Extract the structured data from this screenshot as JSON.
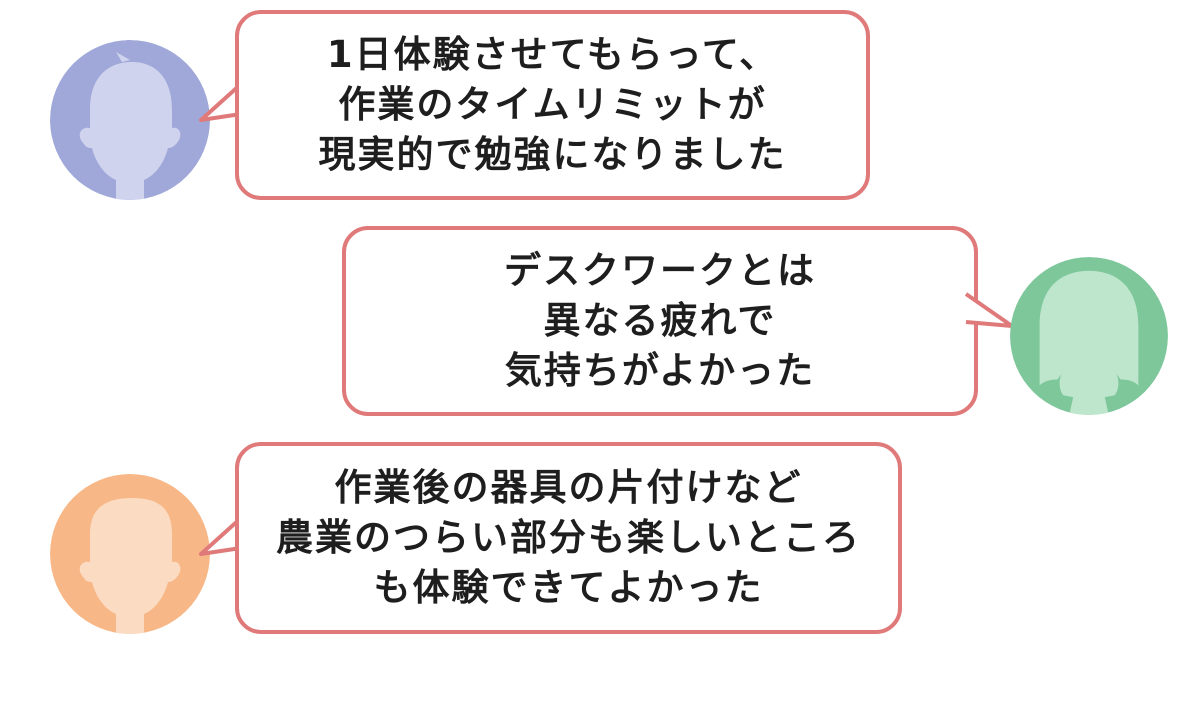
{
  "colors": {
    "bubble_border": "#e07a7a",
    "text": "#1e1e1e",
    "avatar1_bg": "#9fa8d8",
    "avatar1_fg": "#cfd3ee",
    "avatar2_bg": "#7ec79b",
    "avatar2_fg": "#bde6cc",
    "avatar3_bg": "#f8b787",
    "avatar3_fg": "#fbdcc2"
  },
  "testimonials": [
    {
      "avatar": "male-silhouette-icon",
      "avatar_color": "blue",
      "lines": [
        "1日体験させてもらって、",
        "作業のタイムリミットが",
        "現実的で勉強になりました"
      ]
    },
    {
      "avatar": "female-silhouette-icon",
      "avatar_color": "green",
      "lines": [
        "デスクワークとは",
        "異なる疲れで",
        "気持ちがよかった"
      ]
    },
    {
      "avatar": "male-silhouette-icon",
      "avatar_color": "orange",
      "lines": [
        "作業後の器具の片付けなど",
        "農業のつらい部分も楽しいところ",
        "も体験できてよかった"
      ]
    }
  ]
}
